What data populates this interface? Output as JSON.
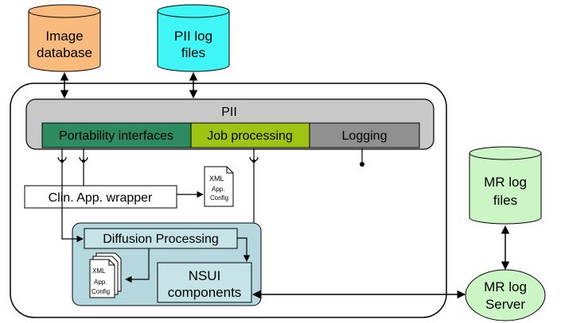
{
  "databases": {
    "image": {
      "line1": "Image",
      "line2": "database",
      "color": "#f8ba7d"
    },
    "pii_log": {
      "line1": "PII log",
      "line2": "files",
      "color": "#3ff5f5"
    },
    "mr_log": {
      "line1": "MR log",
      "line2": "files",
      "color": "#ccf5c5"
    }
  },
  "pii": {
    "title": "PII",
    "portability": "Portability interfaces",
    "job_processing": "Job processing",
    "logging": "Logging",
    "colors": {
      "container": "#c8c8c8",
      "portability": "#2e8a60",
      "job": "#a0c414",
      "logging": "#909090"
    }
  },
  "wrapper": {
    "label": "Clin. App. wrapper"
  },
  "xml_doc": {
    "line1": "XML",
    "line2": "App.",
    "line3": "Config"
  },
  "diffusion": {
    "title": "Diffusion Processing",
    "nsui_line1": "NSUI",
    "nsui_line2": "components",
    "container_color": "#b4d8de",
    "box_color": "#c6e3e8"
  },
  "mr_server": {
    "line1": "MR log",
    "line2": "Server",
    "color": "#ccf5c5"
  }
}
